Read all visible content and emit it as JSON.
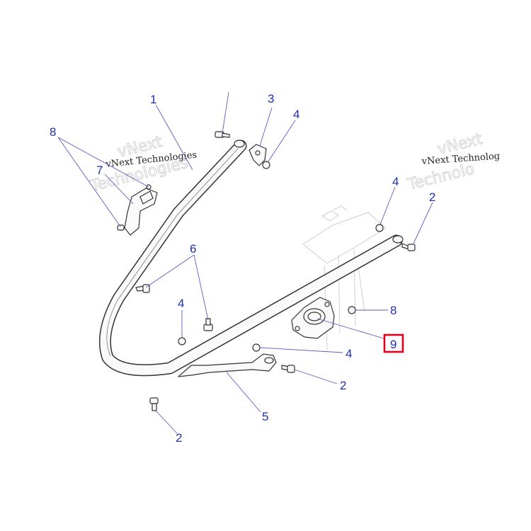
{
  "watermarks": {
    "left_title": "vNext Technologies",
    "left_big_1": "vNext",
    "left_big_2": "Technologies",
    "right_title": "vNext Technolog",
    "right_big_1": "vNext",
    "right_big_2": "Technolo"
  },
  "callouts": {
    "c1": "1",
    "c3": "3",
    "c4_top": "4",
    "c8_left": "8",
    "c7": "7",
    "c4_right": "4",
    "c2_right": "2",
    "c6": "6",
    "c4_mid": "4",
    "c8_right": "8",
    "c9": "9",
    "c4_low": "4",
    "c2_low": "2",
    "c5": "5",
    "c2_bottom": "2"
  },
  "highlight": {
    "part_number": "9",
    "color": "#e0001b"
  },
  "colors": {
    "callout_text": "#1f2fb0",
    "leader_lines": "#5a5ac8"
  }
}
